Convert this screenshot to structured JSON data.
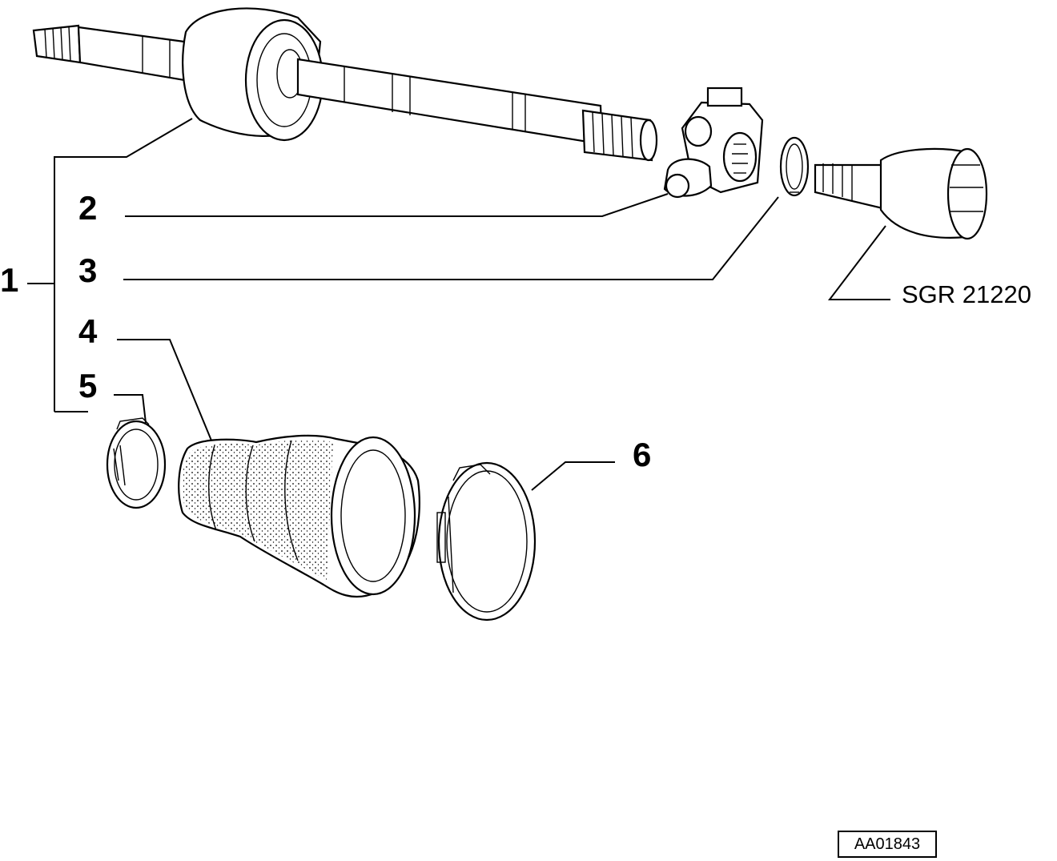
{
  "callouts": {
    "c1": "1",
    "c2": "2",
    "c3": "3",
    "c4": "4",
    "c5": "5",
    "c6": "6"
  },
  "reference_label": "SGR 21220",
  "drawing_code": "AA01843"
}
